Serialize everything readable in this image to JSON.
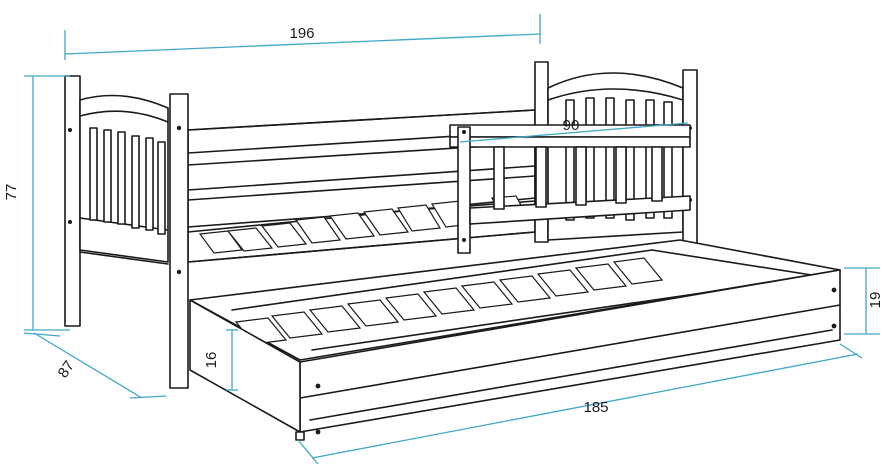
{
  "dimensions": {
    "length": "196",
    "height": "77",
    "depth": "87",
    "guard_rail": "90",
    "trundle_height": "19",
    "drawer_side": "16",
    "trundle_length": "185"
  },
  "colors": {
    "dimension_line": "#3fa7c8",
    "outline": "#1a1a1a",
    "background": "#ffffff"
  }
}
